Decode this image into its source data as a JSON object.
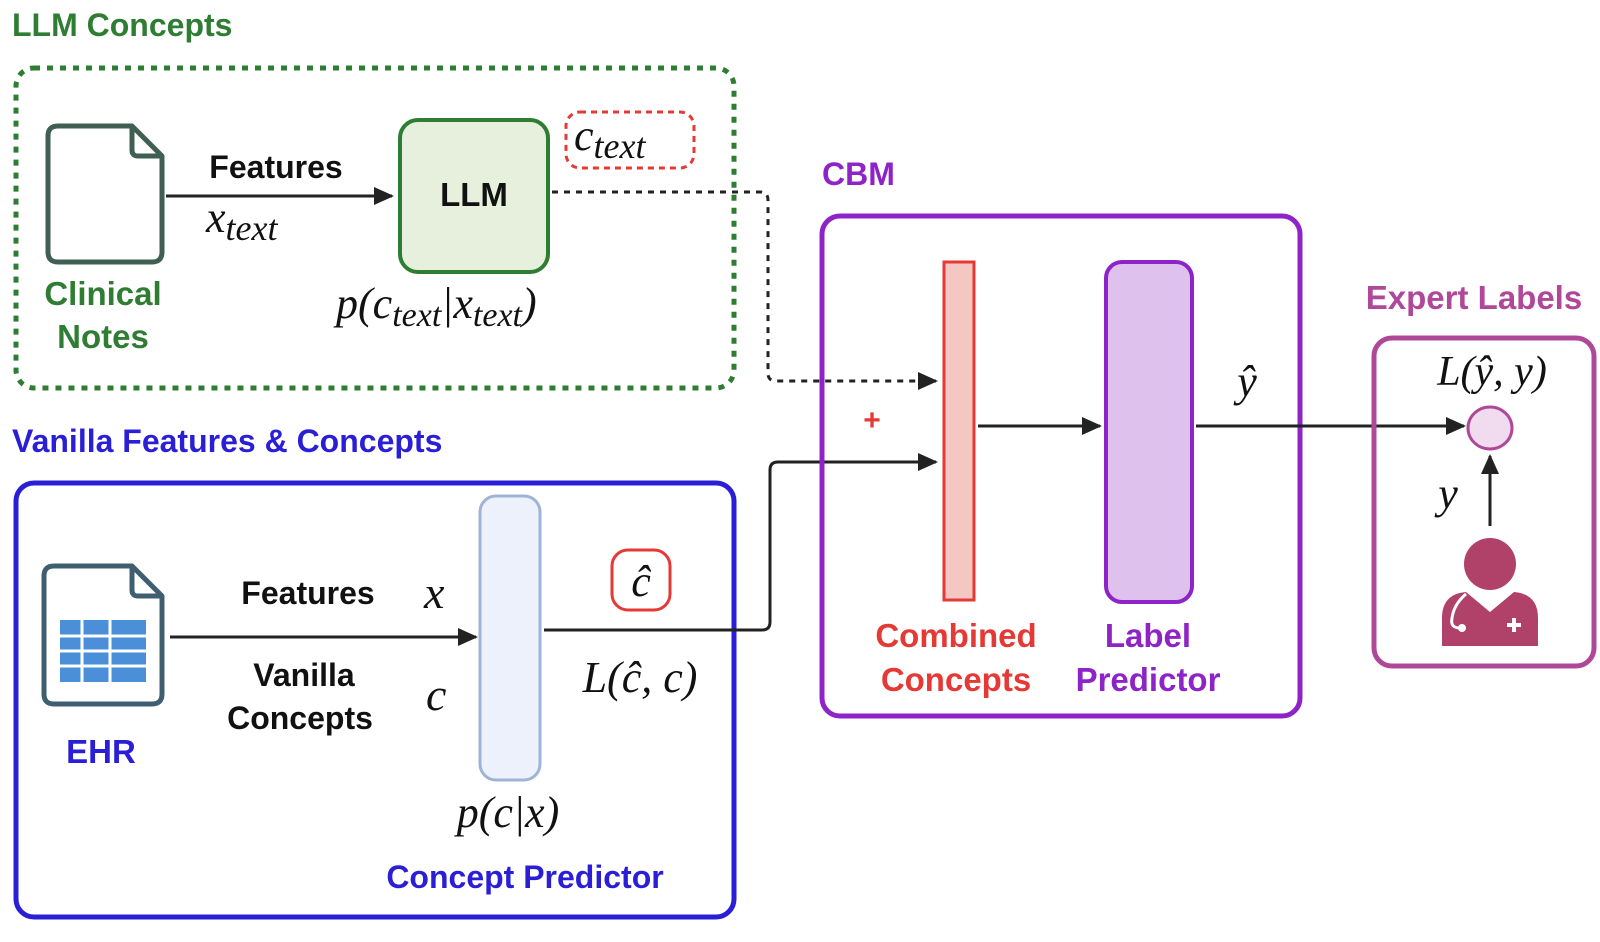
{
  "sections": {
    "llm": {
      "title": "LLM Concepts",
      "color": "#2e7d32"
    },
    "vanilla": {
      "title": "Vanilla Features & Concepts",
      "color": "#2a1fd6"
    },
    "cbm": {
      "title": "CBM",
      "color": "#8e24c8"
    },
    "expert": {
      "title": "Expert Labels",
      "color": "#b0489a"
    }
  },
  "llm_block": {
    "notes_label_line1": "Clinical",
    "notes_label_line2": "Notes",
    "features_label": "Features",
    "x_text": "x",
    "x_text_sub": "text",
    "llm_label": "LLM",
    "c_text": "c",
    "c_text_sub": "text",
    "prob_p": "p(",
    "prob_c": "c",
    "prob_c_sub": "text",
    "prob_bar": "|",
    "prob_x": "x",
    "prob_x_sub": "text",
    "prob_close": ")"
  },
  "vanilla_block": {
    "ehr_label": "EHR",
    "features_label": "Features",
    "x_symbol": "x",
    "concepts_line1": "Vanilla",
    "concepts_line2": "Concepts",
    "c_symbol": "c",
    "c_hat": "ĉ",
    "loss": "L(ĉ, c)",
    "prob": "p(c|x)",
    "predictor_label": "Concept Predictor"
  },
  "cbm_block": {
    "plus": "+",
    "combined_line1": "Combined",
    "combined_line2": "Concepts",
    "label_line1": "Label",
    "label_line2": "Predictor",
    "y_hat": "ŷ"
  },
  "expert_block": {
    "loss": "L(ŷ, y)",
    "y": "y"
  },
  "icons": [
    "document-icon",
    "spreadsheet-icon",
    "doctor-icon"
  ],
  "colors": {
    "llm_fill": "#e6f0dc",
    "llm_border": "#2e7d32",
    "c_text_border": "#e53935",
    "predictor_fill": "#edf1fb",
    "predictor_border": "#9fb3d4",
    "combined_fill": "#f4c7c3",
    "combined_border": "#e53935",
    "label_fill": "#dfc1ee",
    "label_border": "#8e24c8",
    "ehr_icon": "#4a8fd8",
    "doc_icon": "#3f5f52",
    "doctor": "#b0426a",
    "loss_node": "#f1dbef"
  }
}
